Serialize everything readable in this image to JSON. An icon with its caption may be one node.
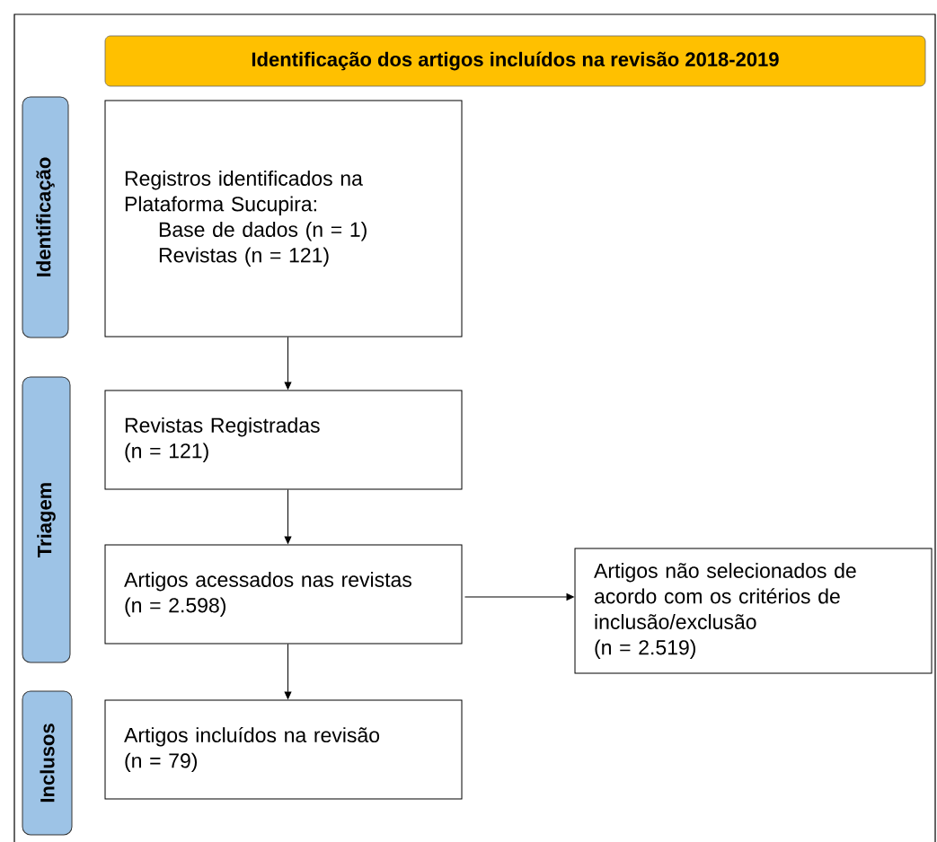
{
  "diagram": {
    "nodes": [
      {
        "text": [
          "Identificação dos artigos incluídos na revisão 2018-2019"
        ]
      },
      {
        "text": [
          "Identificação"
        ]
      },
      {
        "text": [
          "Registros identificados na Plataforma Sucupira:",
          "Base de dados (n = 1)",
          "Revistas (n = 121)"
        ]
      },
      {
        "text": [
          "Triagem"
        ]
      },
      {
        "text": [
          "Revistas Registradas",
          "(n = 121)"
        ]
      },
      {
        "text": [
          "Artigos acessados nas revistas",
          "(n = 2.598)"
        ]
      },
      {
        "text": [
          "Artigos não selecionados de acordo com os critérios de inclusão/exclusão",
          "(n = 2.519)"
        ]
      },
      {
        "text": [
          "Inclusos"
        ]
      },
      {
        "text": [
          "Artigos incluídos na revisão",
          "(n = 79)"
        ]
      }
    ],
    "edges": [
      {
        "from": 2,
        "to": 4,
        "arrow": "to"
      },
      {
        "from": 4,
        "to": 5,
        "arrow": "to"
      },
      {
        "from": 5,
        "to": 6,
        "arrow": "to"
      },
      {
        "from": 5,
        "to": 8,
        "arrow": "to"
      }
    ]
  }
}
